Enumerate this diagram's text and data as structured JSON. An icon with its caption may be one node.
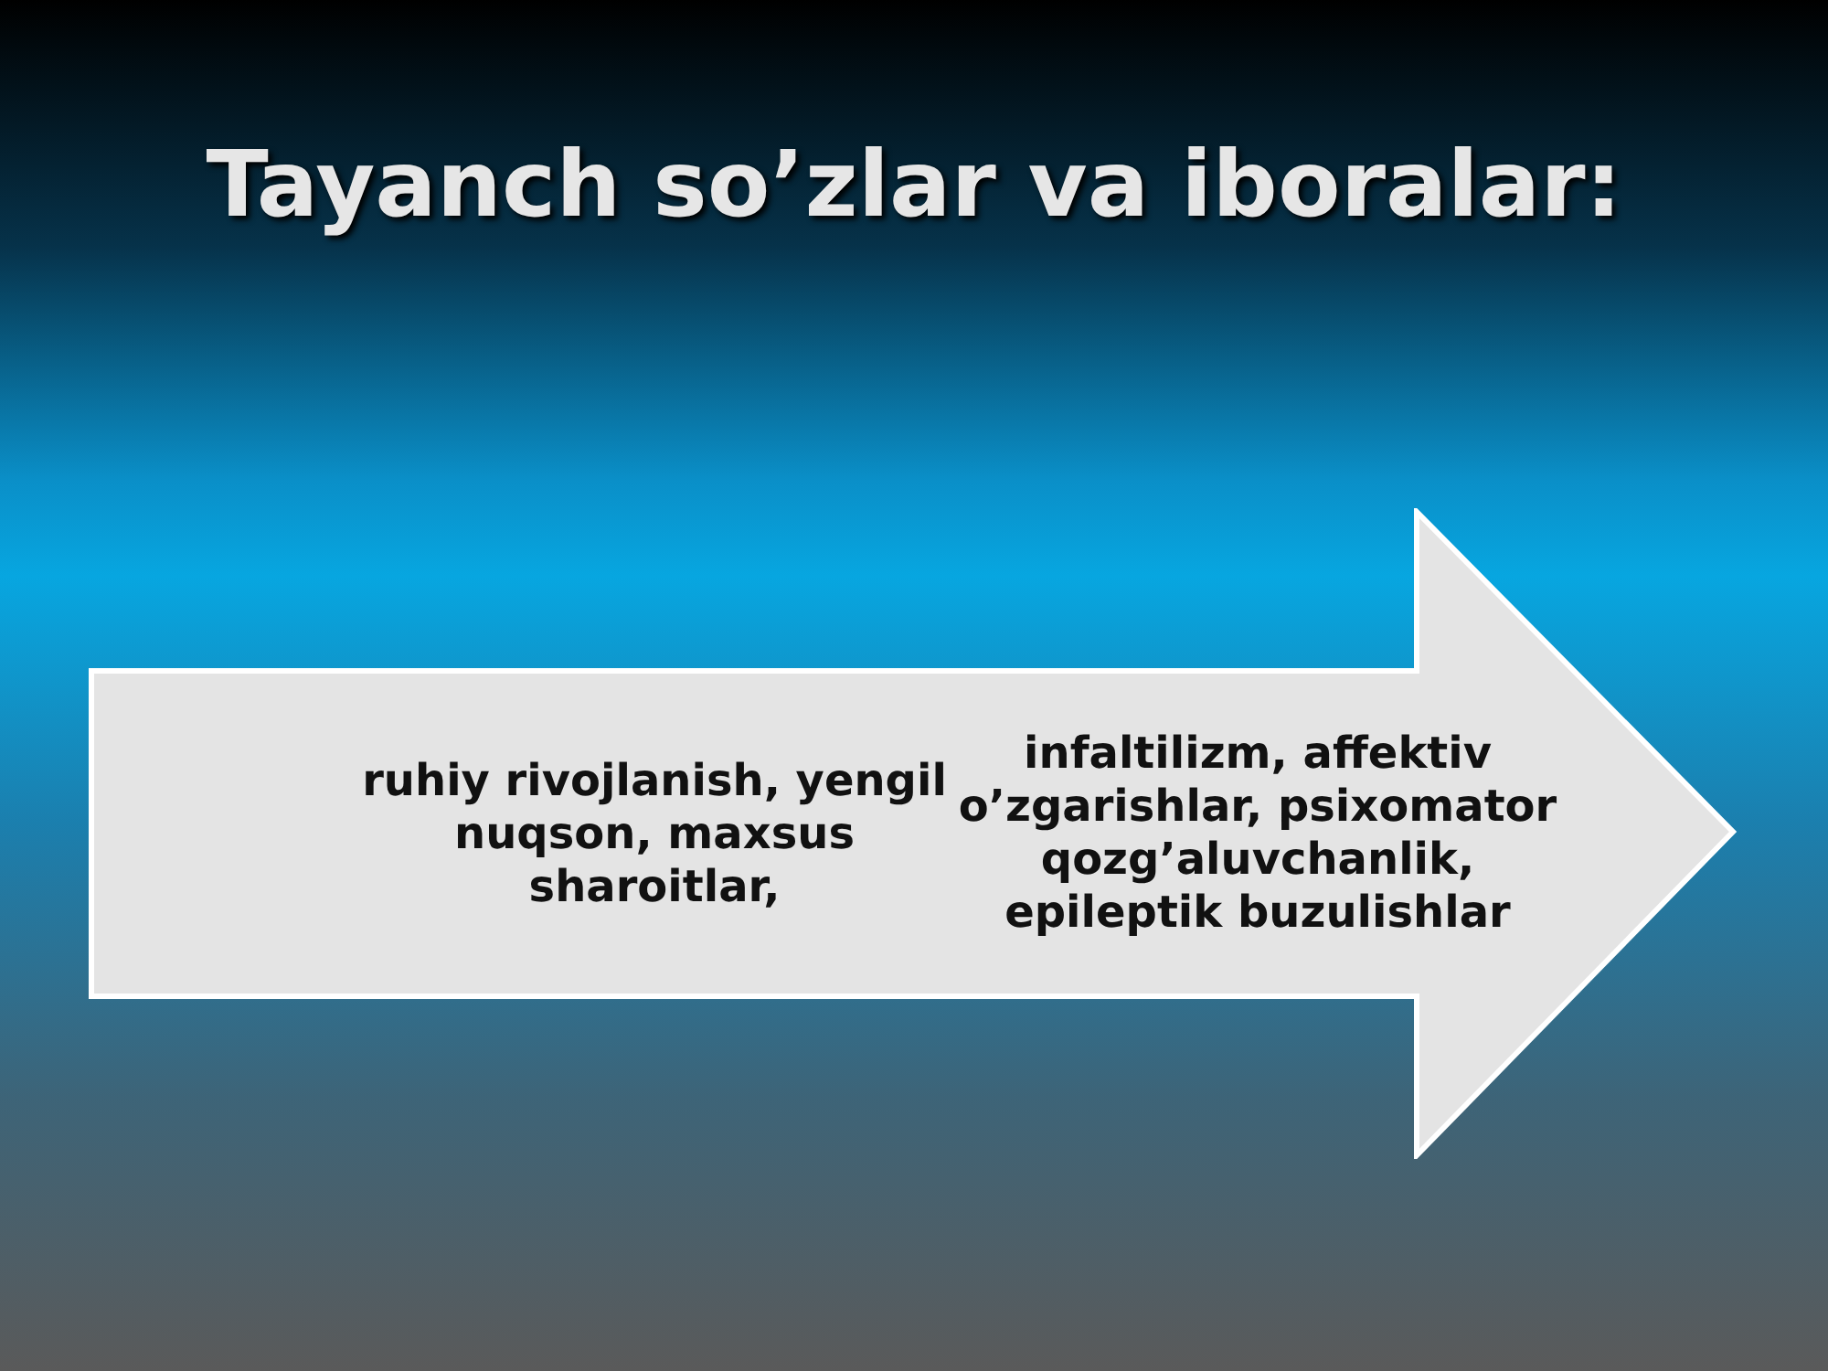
{
  "diagram": {
    "title": "Tayanch so’zlar va iboralar:",
    "nodes": [
      {
        "text": [
          "ruhiy rivojlanish, yengil nuqson, maxsus sharoitlar,",
          "infaltilizm, affektiv o’zgarishlar, psixomator qozg’aluvchanlik, epileptik buzulishlar"
        ]
      }
    ]
  }
}
